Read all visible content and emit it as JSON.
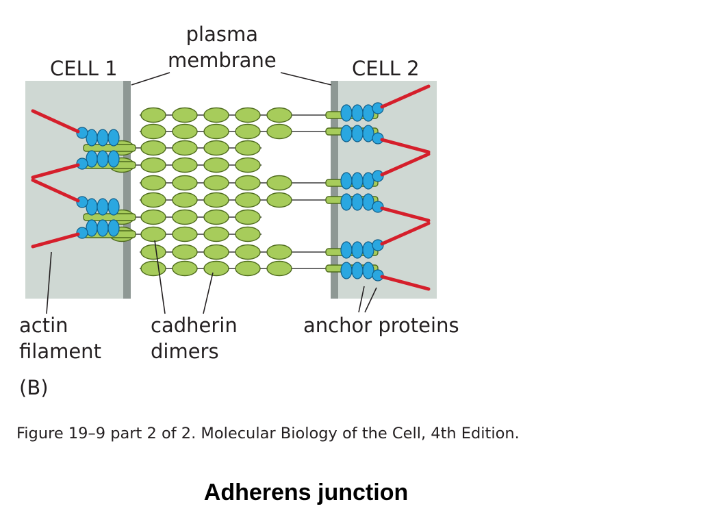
{
  "labels": {
    "cell1": "CELL 1",
    "cell2": "CELL 2",
    "plasma_membrane": "plasma\nmembrane",
    "actin_filament": "actin\nfilament",
    "cadherin_dimers": "cadherin\ndimers",
    "anchor_proteins": "anchor proteins",
    "panel": "(B)"
  },
  "caption": "Figure 19–9 part 2 of 2. Molecular Biology of the Cell, 4th Edition.",
  "title": "Adherens junction",
  "colors": {
    "cell_fill": "#cfd8d3",
    "membrane": "#8e9894",
    "cadherin_fill": "#a7cc5b",
    "cadherin_stroke": "#4d6a1c",
    "anchor_fill": "#2aa7e0",
    "anchor_stroke": "#0f5e8a",
    "actin": "#d51f2b"
  }
}
